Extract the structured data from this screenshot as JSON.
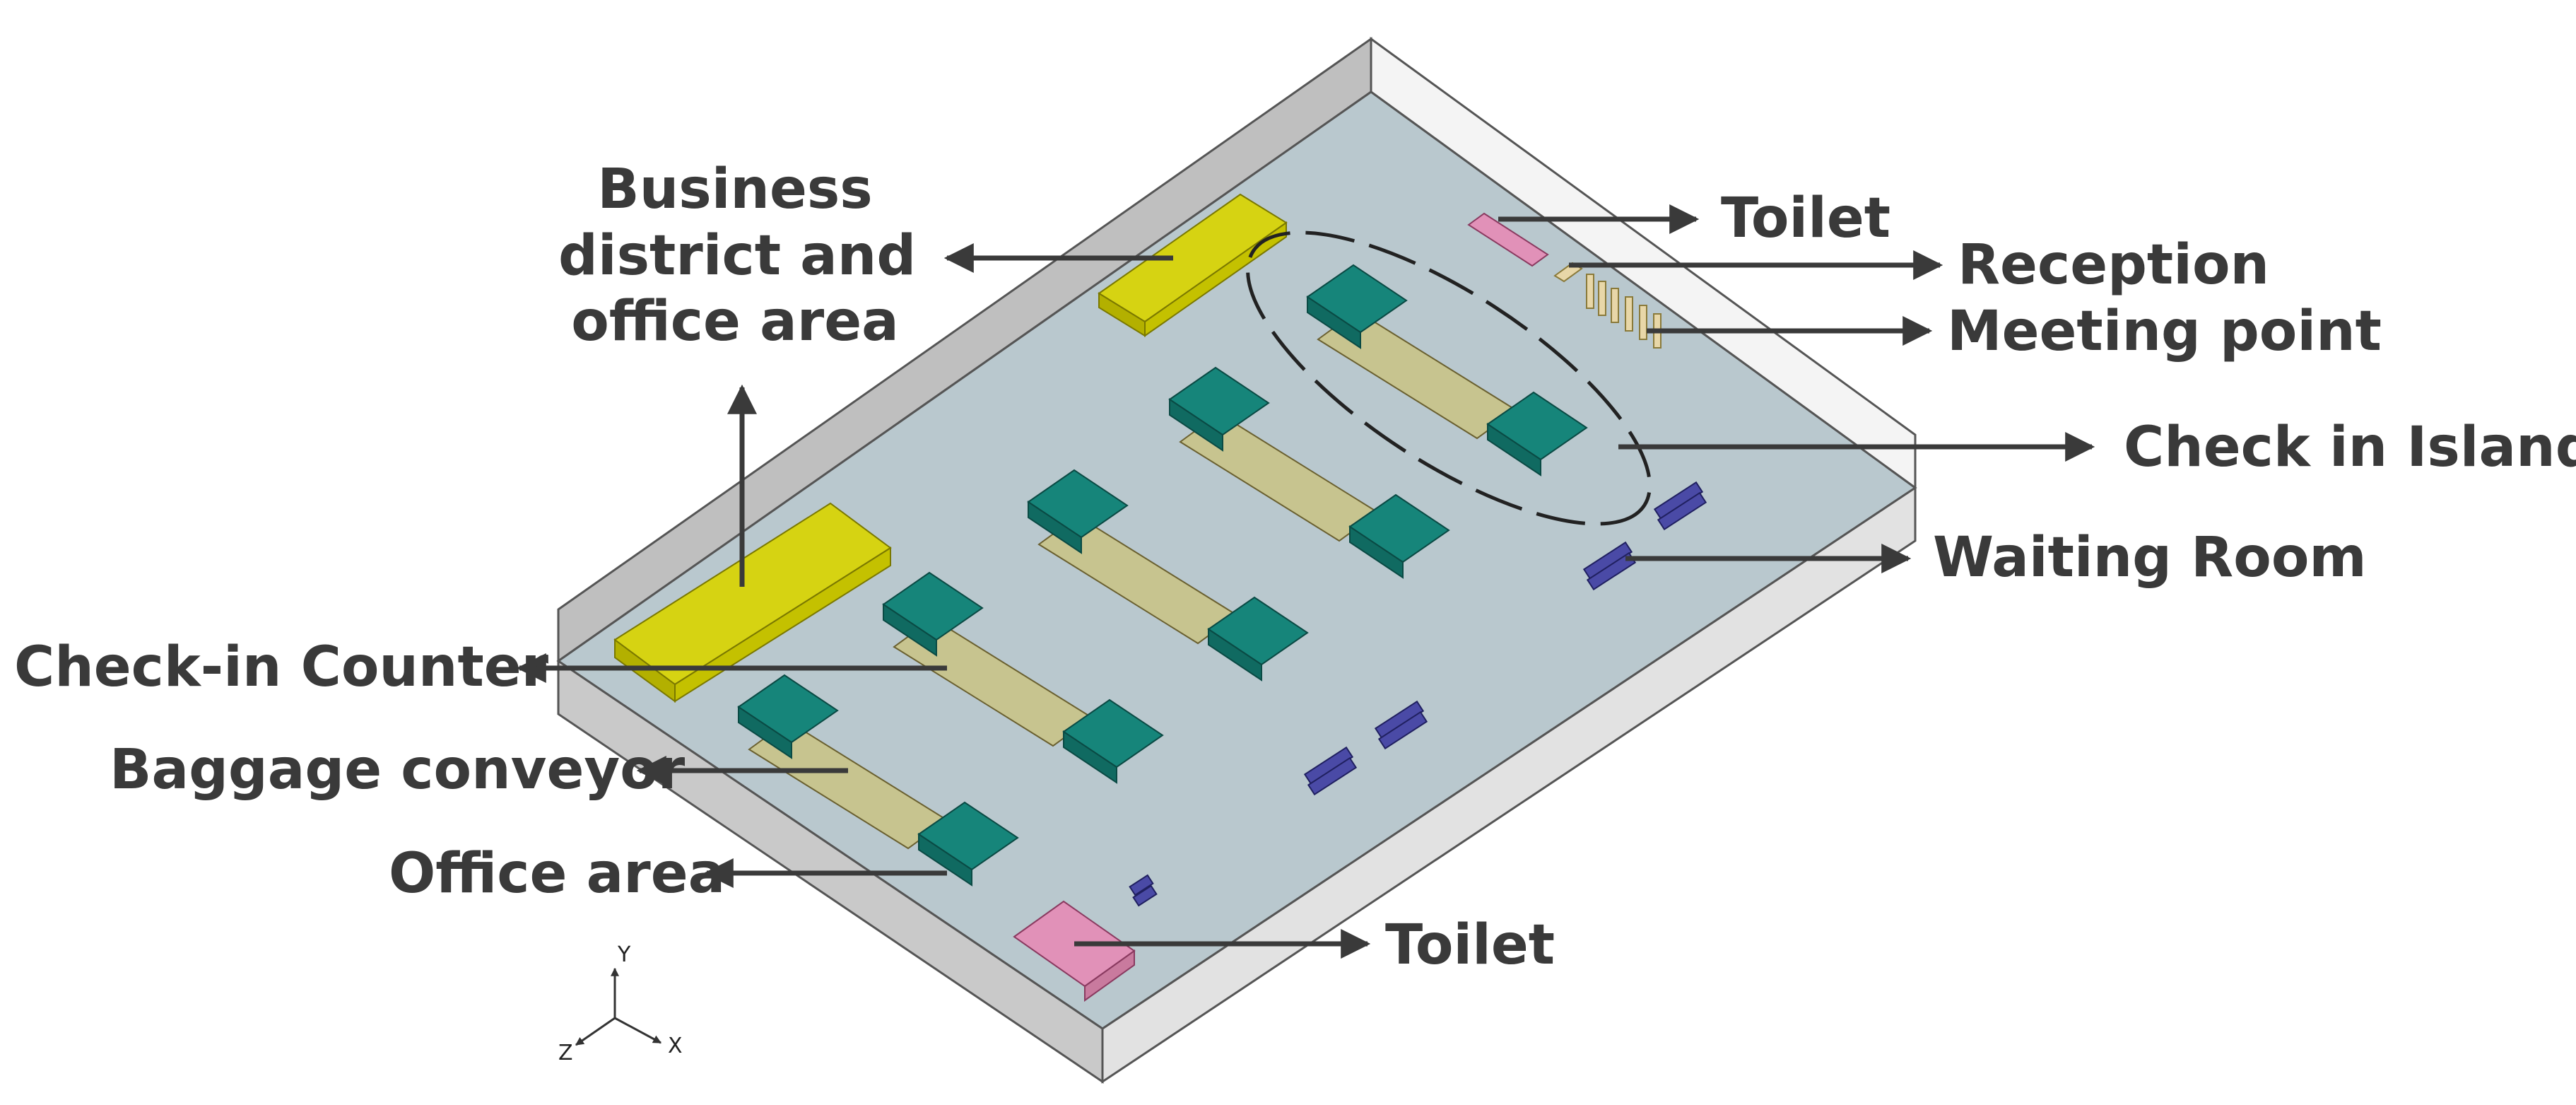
{
  "labels": {
    "business_line1": "Business",
    "business_line2": "district and",
    "business_line3": "office area",
    "toilet_top": "Toilet",
    "reception": "Reception",
    "meeting_point": "Meeting point",
    "check_in_island": "Check in Island",
    "waiting_room": "Waiting Room",
    "check_in_counter": "Check-in Counter",
    "baggage_conveyor": "Baggage conveyor",
    "office_area": "Office area",
    "toilet_bottom": "Toilet"
  },
  "axes": {
    "y": "Y",
    "z": "Z",
    "x": "X"
  },
  "colors": {
    "floor": "#b9c8ce",
    "wall_front": "#c9c9c9",
    "wall_side": "#e2e2e2",
    "wall_back": "#bfbfbf",
    "counter": "#16857a",
    "conveyor": "#c7c48f",
    "business": "#d6d312",
    "toilet": "#e191b8",
    "seats": "#4a4aa6",
    "arrow": "#3a3a3a"
  }
}
